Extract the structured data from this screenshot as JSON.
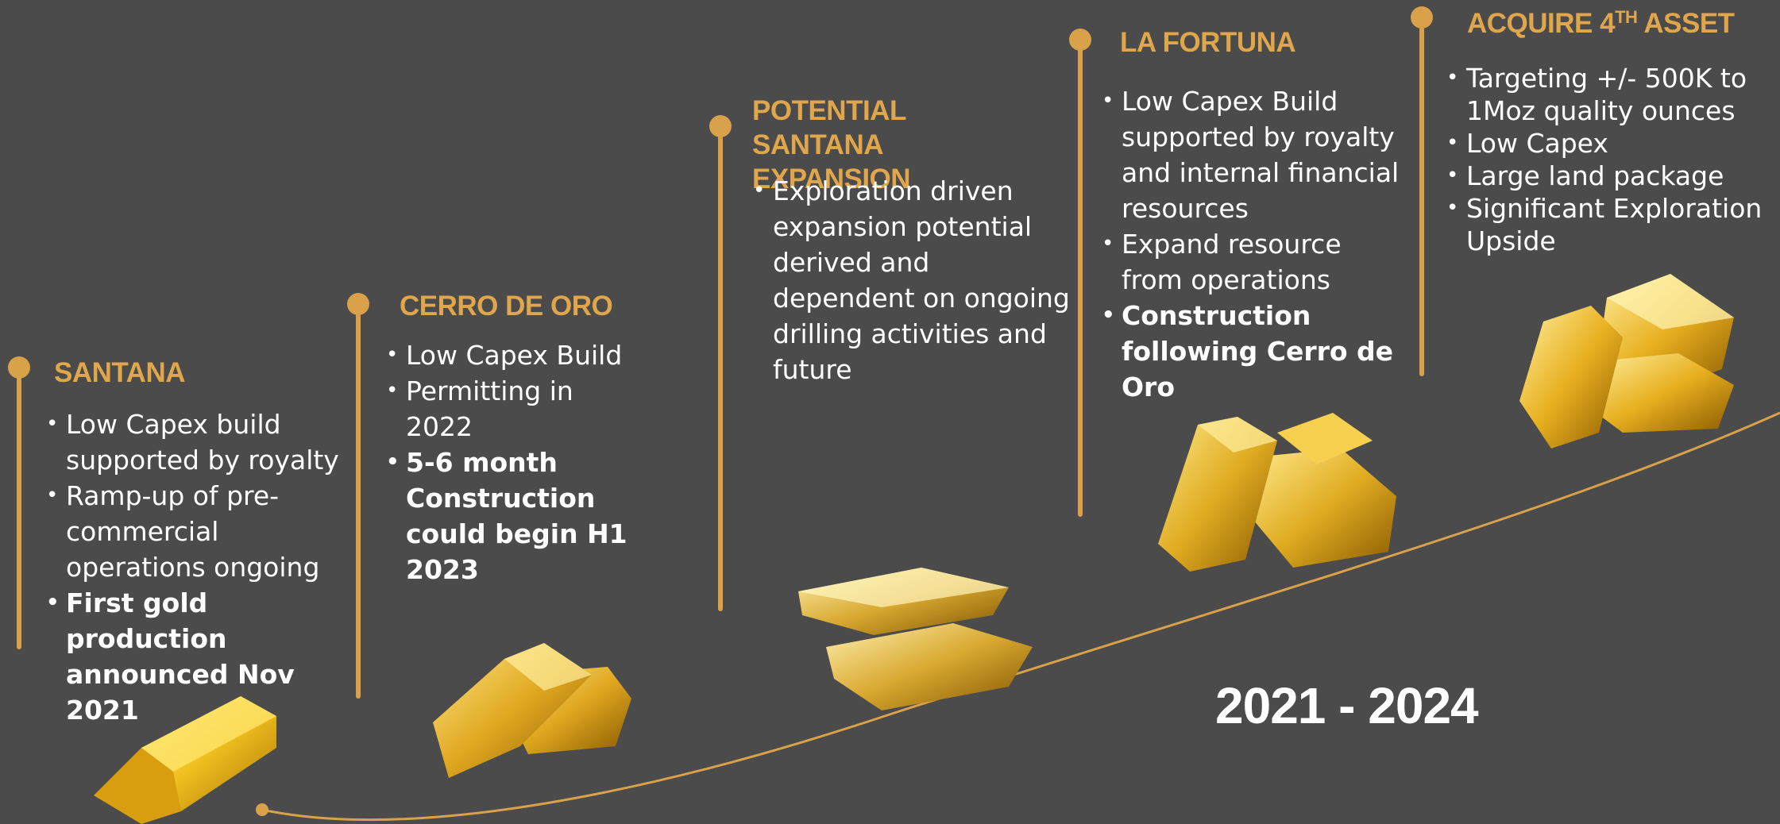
{
  "timeline": {
    "period": "2021 - 2024",
    "milestones": [
      {
        "id": "santana",
        "title": "SANTANA",
        "bullets": [
          {
            "text": "Low Capex build supported by royalty",
            "bold": false
          },
          {
            "text": "Ramp-up of pre-commercial operations ongoing",
            "bold": false
          },
          {
            "text": "First gold production announced Nov 2021",
            "bold": true
          }
        ]
      },
      {
        "id": "cerro-de-oro",
        "title": "CERRO DE ORO",
        "bullets": [
          {
            "text": "Low Capex Build",
            "bold": false
          },
          {
            "text": "Permitting in 2022",
            "bold": false
          },
          {
            "text": "5-6 month Construction could begin H1 2023",
            "bold": true
          }
        ]
      },
      {
        "id": "potential-santana-expansion",
        "title": "POTENTIAL SANTANA EXPANSION",
        "bullets": [
          {
            "text": "Exploration driven expansion potential derived and dependent on ongoing drilling activities and future",
            "bold": false
          }
        ]
      },
      {
        "id": "la-fortuna",
        "title": "LA FORTUNA",
        "bullets": [
          {
            "text": "Low Capex Build supported by royalty and internal financial resources",
            "bold": false
          },
          {
            "text": "Expand resource from operations",
            "bold": false
          },
          {
            "text": "Construction following Cerro de Oro",
            "bold": true
          }
        ]
      },
      {
        "id": "acquire-4th-asset",
        "title": "ACQUIRE 4",
        "title_sup": "TH",
        "title_suffix": " ASSET",
        "bullets": [
          {
            "text": "Targeting +/- 500K to 1Moz quality ounces",
            "bold": false
          },
          {
            "text": "Low Capex",
            "bold": false
          },
          {
            "text": "Large land package",
            "bold": false
          },
          {
            "text": "Significant Exploration Upside",
            "bold": false
          }
        ]
      }
    ]
  },
  "colors": {
    "background": "#4b4b4b",
    "accent": "#d8a14a",
    "title": "#e0a64c",
    "text": "#ffffff"
  },
  "icons": [
    "gold-bar-icon"
  ]
}
